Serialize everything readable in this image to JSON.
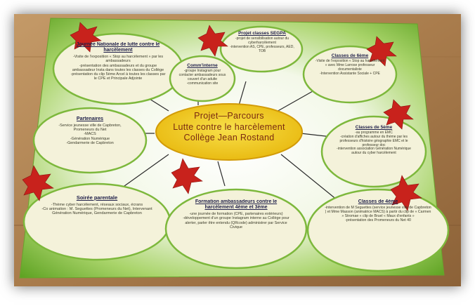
{
  "poster": {
    "center_lines": [
      "Projet—Parcours",
      "Lutte contre le harcèlement",
      "Collège Jean Rostand"
    ],
    "bubbles": {
      "journee": {
        "title": "Journée Nationale de lutte contre le harcèlement",
        "lines": [
          "-Visite de l'exposition « Stop au harcèlement » par les ambassadeurs",
          "-présentation des ambassadeurs et du groupe ambassadeur Insta dans toutes les classes du Collège",
          "-présentation du clip 5ème Arcel à toutes les classes par le CPE et Principale Adjointe"
        ]
      },
      "comminterne": {
        "title": "Comm'interne",
        "lines": [
          "-groupe Instagram pour contacter ambassadeurs sous couvert d'un adulte",
          "-communication site"
        ]
      },
      "segpa": {
        "title": "Projet classes SEGPA",
        "lines": [
          "-projet de sensibilisation autour du cyberharcèlement",
          "-intervention AS, CPE, professeurs, AED, TOB"
        ]
      },
      "sixieme": {
        "title": "Classes de 6ème",
        "lines": [
          "-Visite de l'exposition « Stop au harcèlement » avec Mme Larrose professeur documentaliste",
          "-Intervention Assistante Sociale + CPE"
        ]
      },
      "partenaires": {
        "title": "Partenaires",
        "lines": [
          "-Service jeunesse ville de Capbreton, Promeneurs du Net",
          "-MACS",
          "-Génération Numérique",
          "-Gendarmerie de Capbreton"
        ]
      },
      "cinquieme": {
        "title": "Classes de 5ème",
        "lines": [
          "-au programme en EMC",
          "-création d'affiches autour du thème par les professeurs d'histoire géographie EMC et le professeur doc",
          "-intervention association Génération Numérique autour du cyber harcèlement"
        ]
      },
      "soiree": {
        "title": "Soirée parentale",
        "lines": [
          "-Thème cyber harcèlement, réseaux sociaux, écrans",
          "-Co animation : M. Seguettes (Promeneurs du Net), Intervenant Génération Numérique, Gendarmerie de Capbreton"
        ]
      },
      "formation": {
        "title": "Formation ambassadeurs contre le harcèlement 4ème et 3ème",
        "lines": [
          "-une journée de formation (CPE, partenaires extérieurs)",
          "-développement d'un groupe Instagram interne au Collège pour alerter, parler être entendu (QRcode) administrer par Service Civique"
        ]
      },
      "quatrieme": {
        "title": "Classes de 4ème",
        "lines": [
          "-intervention de M Seguettes (service jeunesse ville de Capbreton ) et Mme Masson (animatrice MACS) à partir du clip de « Carmen » Stromae « clip de Bruel « Maux d'enfants »",
          "-présentation des Promeneurs du Net 40"
        ]
      }
    },
    "colors": {
      "background_wood": "#b0885a",
      "paper_green": "#7dbb3a",
      "bubble_fill": "#f4f2da",
      "center_fill": "#f2d21e",
      "starburst_red": "#c8221c"
    }
  }
}
